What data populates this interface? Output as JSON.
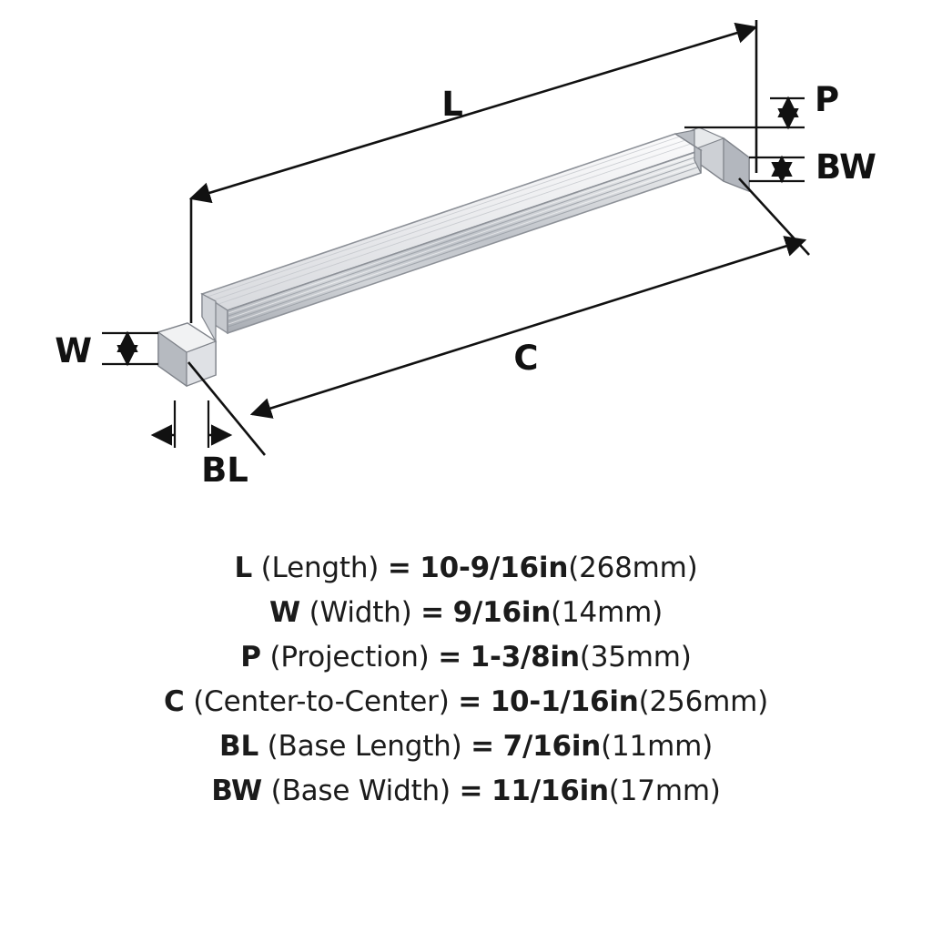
{
  "diagram": {
    "title": "cabinet-pull-dimension-diagram",
    "labels": {
      "L": "L",
      "W": "W",
      "P": "P",
      "C": "C",
      "BL": "BL",
      "BW": "BW"
    },
    "colors": {
      "line": "#111111",
      "background": "#ffffff",
      "metal_light": "#e9eaec",
      "metal_mid": "#c9ccd1",
      "metal_dark": "#a9adb4",
      "metal_edge": "#8d9198"
    }
  },
  "specs": [
    {
      "symbol": "L",
      "name": "(Length)",
      "equals": "=",
      "value": "10-9/16in",
      "metric": "(268mm)"
    },
    {
      "symbol": "W",
      "name": "(Width)",
      "equals": "=",
      "value": "9/16in",
      "metric": "(14mm)"
    },
    {
      "symbol": "P",
      "name": "(Projection)",
      "equals": "=",
      "value": "1-3/8in",
      "metric": "(35mm)"
    },
    {
      "symbol": "C",
      "name": "(Center-to-Center)",
      "equals": "=",
      "value": "10-1/16in",
      "metric": "(256mm)"
    },
    {
      "symbol": "BL",
      "name": "(Base Length)",
      "equals": "=",
      "value": "7/16in",
      "metric": "(11mm)"
    },
    {
      "symbol": "BW",
      "name": "(Base Width)",
      "equals": "=",
      "value": "11/16in",
      "metric": "(17mm)"
    }
  ]
}
